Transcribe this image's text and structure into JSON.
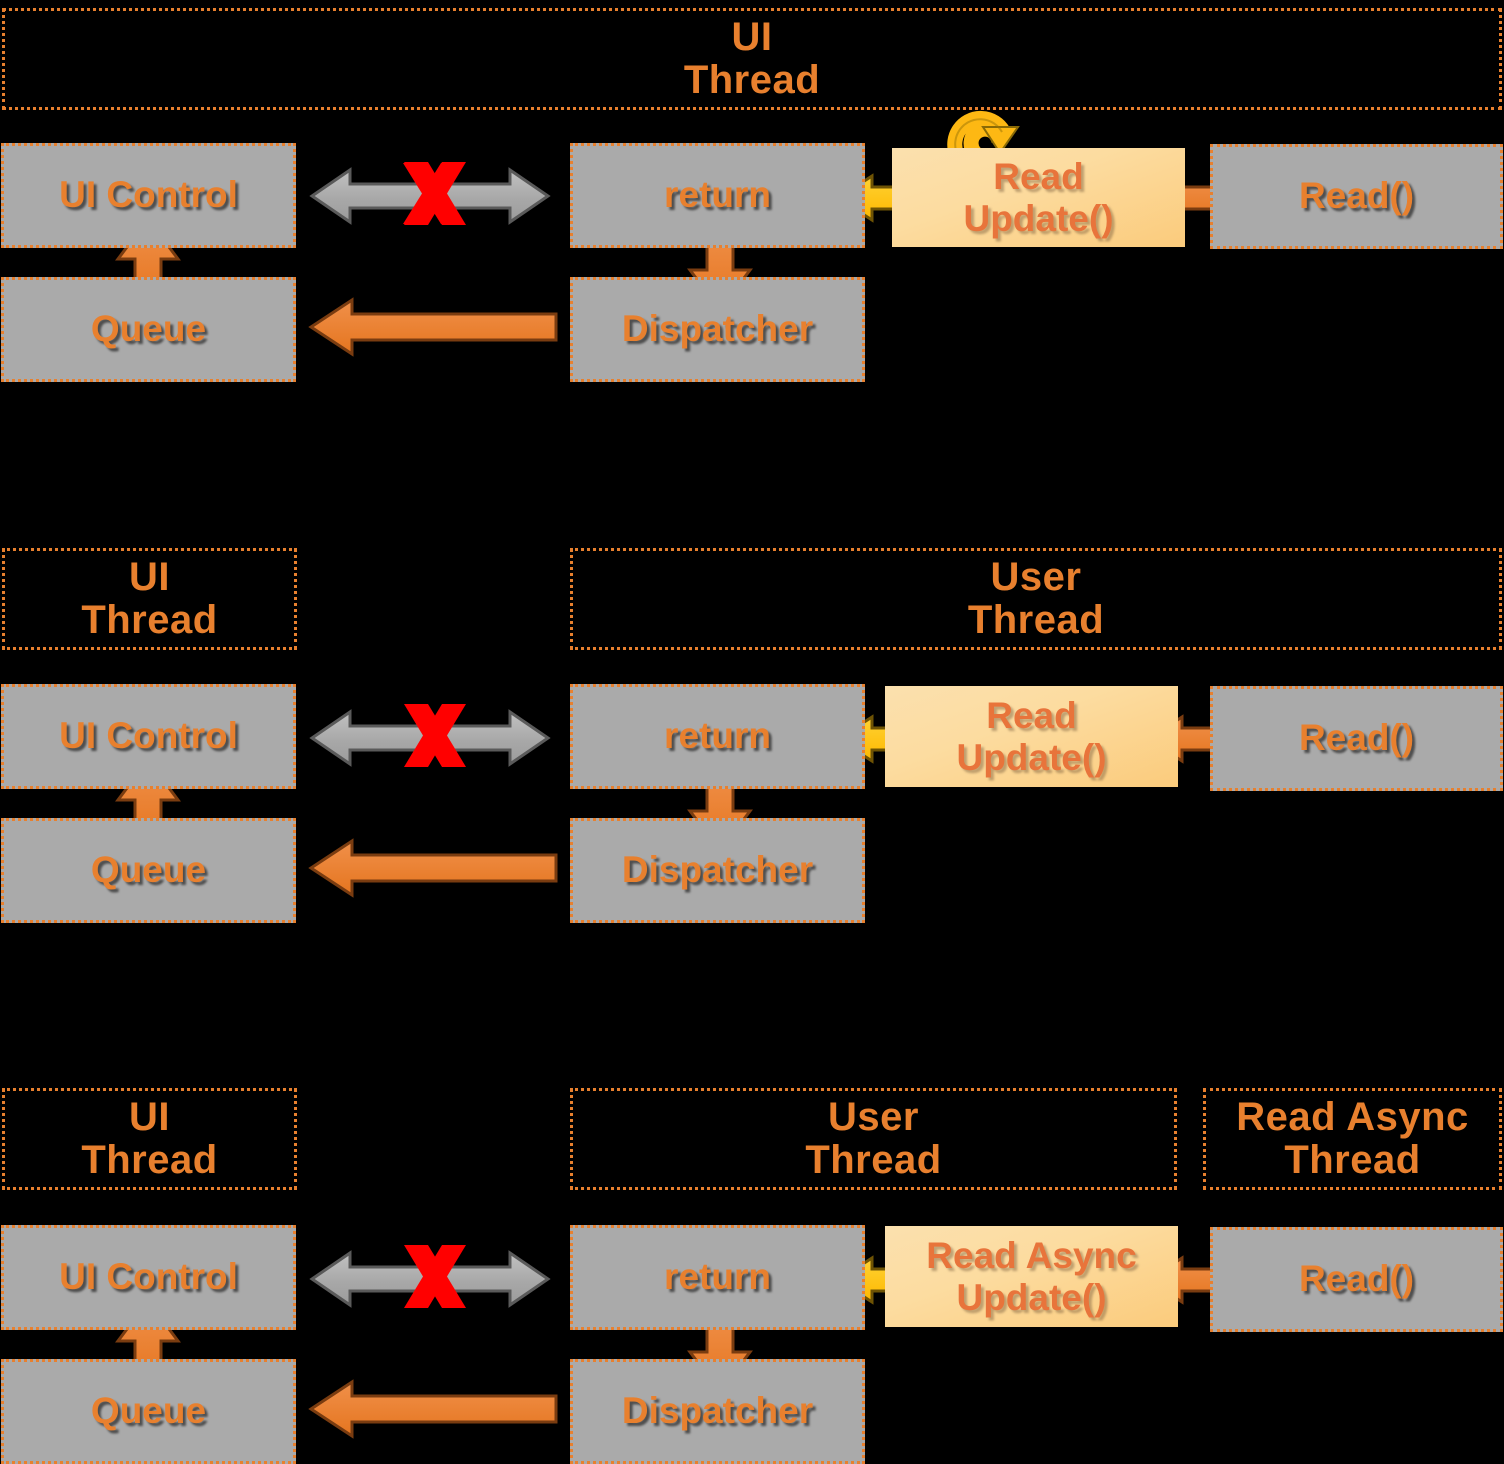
{
  "diagram": {
    "title": "UI thread / user thread dispatcher diagram",
    "colors": {
      "background": "#000000",
      "accent_orange": "#E8802E",
      "node_grey": "#AAAAAA",
      "update_peach": "#FBD89B",
      "yellow_arrow": "#FFC20E",
      "orange_arrow": "#E8802E",
      "grey_arrow": "#ABABAB",
      "red_x": "#FF0000"
    },
    "sections": [
      {
        "id": "section-1",
        "banners": [
          {
            "id": "banner-ui-thread-1",
            "label": "UI\nThread"
          }
        ],
        "nodes": [
          {
            "id": "ui-control-1",
            "label": "UI Control"
          },
          {
            "id": "queue-1",
            "label": "Queue"
          },
          {
            "id": "return-1",
            "label": "return"
          },
          {
            "id": "dispatcher-1",
            "label": "Dispatcher"
          },
          {
            "id": "read-update-1",
            "label": "Read\nUpdate()",
            "highlight": true,
            "loop_icon": true
          },
          {
            "id": "read-call-1",
            "label": "Read()"
          }
        ],
        "connectors": [
          {
            "id": "blocked-link-1",
            "icon": "double-arrow-blocked",
            "from": "ui-control-1",
            "to": "return-1",
            "blocked": true
          },
          {
            "id": "queue-to-ui-1",
            "icon": "arrow-up",
            "from": "queue-1",
            "to": "ui-control-1"
          },
          {
            "id": "dispatcher-to-queue-1",
            "icon": "arrow-left",
            "from": "dispatcher-1",
            "to": "queue-1"
          },
          {
            "id": "return-to-dispatcher-1",
            "icon": "arrow-down",
            "from": "return-1",
            "to": "dispatcher-1"
          },
          {
            "id": "update-to-return-1",
            "icon": "arrow-left-yellow",
            "from": "read-update-1",
            "to": "return-1"
          },
          {
            "id": "read-to-update-1",
            "icon": "arrow-left",
            "from": "read-call-1",
            "to": "read-update-1"
          }
        ]
      },
      {
        "id": "section-2",
        "banners": [
          {
            "id": "banner-ui-thread-2",
            "label": "UI\nThread"
          },
          {
            "id": "banner-user-thread-2",
            "label": "User\nThread"
          }
        ],
        "nodes": [
          {
            "id": "ui-control-2",
            "label": "UI Control"
          },
          {
            "id": "queue-2",
            "label": "Queue"
          },
          {
            "id": "return-2",
            "label": "return"
          },
          {
            "id": "dispatcher-2",
            "label": "Dispatcher"
          },
          {
            "id": "read-update-2",
            "label": "Read\nUpdate()",
            "highlight": true,
            "loop_icon": false
          },
          {
            "id": "read-call-2",
            "label": "Read()"
          }
        ],
        "connectors": [
          {
            "id": "blocked-link-2",
            "icon": "double-arrow-blocked",
            "from": "ui-control-2",
            "to": "return-2",
            "blocked": true
          },
          {
            "id": "queue-to-ui-2",
            "icon": "arrow-up",
            "from": "queue-2",
            "to": "ui-control-2"
          },
          {
            "id": "dispatcher-to-queue-2",
            "icon": "arrow-left",
            "from": "dispatcher-2",
            "to": "queue-2"
          },
          {
            "id": "return-to-dispatcher-2",
            "icon": "arrow-down",
            "from": "return-2",
            "to": "dispatcher-2"
          },
          {
            "id": "update-to-return-2",
            "icon": "arrow-left-yellow",
            "from": "read-update-2",
            "to": "return-2"
          },
          {
            "id": "read-to-update-2",
            "icon": "arrow-left",
            "from": "read-call-2",
            "to": "read-update-2"
          }
        ]
      },
      {
        "id": "section-3",
        "banners": [
          {
            "id": "banner-ui-thread-3",
            "label": "UI\nThread"
          },
          {
            "id": "banner-user-thread-3",
            "label": "User\nThread"
          },
          {
            "id": "banner-read-async-thread-3",
            "label": "Read Async\nThread"
          }
        ],
        "nodes": [
          {
            "id": "ui-control-3",
            "label": "UI Control"
          },
          {
            "id": "queue-3",
            "label": "Queue"
          },
          {
            "id": "return-3",
            "label": "return"
          },
          {
            "id": "dispatcher-3",
            "label": "Dispatcher"
          },
          {
            "id": "read-async-update-3",
            "label": "Read Async\nUpdate()",
            "highlight": true,
            "loop_icon": false
          },
          {
            "id": "read-call-3",
            "label": "Read()"
          }
        ],
        "connectors": [
          {
            "id": "blocked-link-3",
            "icon": "double-arrow-blocked",
            "from": "ui-control-3",
            "to": "return-3",
            "blocked": true
          },
          {
            "id": "queue-to-ui-3",
            "icon": "arrow-up",
            "from": "queue-3",
            "to": "ui-control-3"
          },
          {
            "id": "dispatcher-to-queue-3",
            "icon": "arrow-left",
            "from": "dispatcher-3",
            "to": "queue-3"
          },
          {
            "id": "return-to-dispatcher-3",
            "icon": "arrow-down",
            "from": "return-3",
            "to": "dispatcher-3"
          },
          {
            "id": "update-to-return-3",
            "icon": "arrow-left-yellow",
            "from": "read-async-update-3",
            "to": "return-3"
          },
          {
            "id": "read-to-update-3",
            "icon": "arrow-left",
            "from": "read-call-3",
            "to": "read-async-update-3"
          }
        ]
      }
    ]
  }
}
